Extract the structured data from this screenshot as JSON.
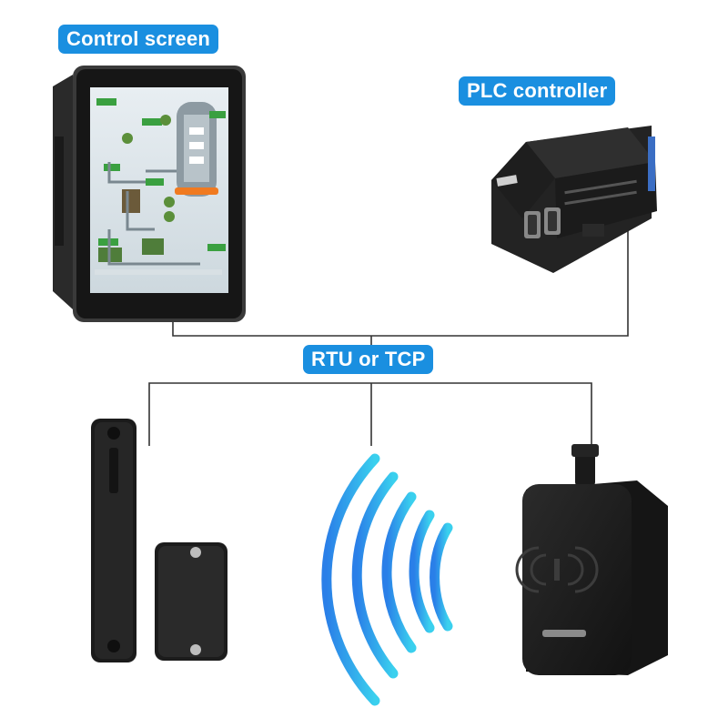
{
  "labels": {
    "control_screen": "Control screen",
    "plc_controller": "PLC controller",
    "protocol": "RTU or TCP"
  },
  "colors": {
    "label_bg": "#1a8fe0",
    "label_text": "#ffffff",
    "connector_line": "#333333",
    "wave_gradient": [
      "#2a7fe8",
      "#3ad0ee"
    ],
    "device_body": "#1c1c1c"
  },
  "icons": [
    "control-screen-icon",
    "plc-controller-icon",
    "rfid-bar-antenna-icon",
    "rfid-tag-icon",
    "wireless-wave-icon",
    "rfid-reader-icon"
  ]
}
